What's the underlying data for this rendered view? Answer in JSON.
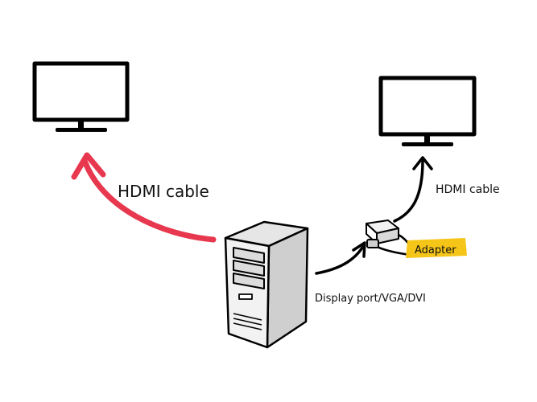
{
  "labels": {
    "left_cable": "HDMI cable",
    "right_cable": "HDMI cable",
    "adapter": "Adapter",
    "computer_output": "Display port/VGA/DVI"
  },
  "colors": {
    "left_arrow": "#e8384f",
    "adapter_highlight": "#f5c518",
    "outline": "#000000",
    "tower_body": "#eeeeee",
    "tower_side": "#cfcfcf"
  }
}
